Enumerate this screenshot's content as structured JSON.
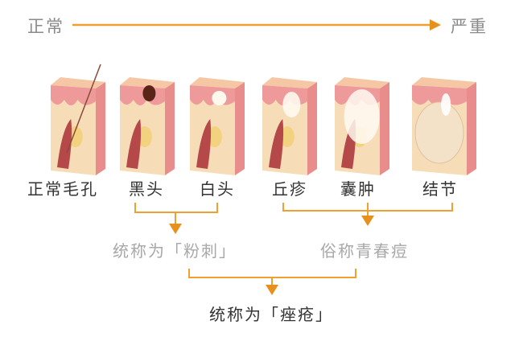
{
  "scale": {
    "start_label": "正常",
    "end_label": "严重"
  },
  "stages": [
    {
      "label": "正常毛孔",
      "type": "normal"
    },
    {
      "label": "黑头",
      "type": "blackhead"
    },
    {
      "label": "白头",
      "type": "whitehead"
    },
    {
      "label": "丘疹",
      "type": "papule"
    },
    {
      "label": "囊肿",
      "type": "cyst"
    },
    {
      "label": "结节",
      "type": "nodule"
    }
  ],
  "groups": {
    "comedo": "统称为「粉刺」",
    "pimple": "俗称青春痘",
    "acne": "统称为「痤疮」"
  },
  "colors": {
    "accent": "#f0a030",
    "arrow": "#e8901c",
    "skin": "#f7dcb8",
    "dermis": "#e88c8c"
  }
}
